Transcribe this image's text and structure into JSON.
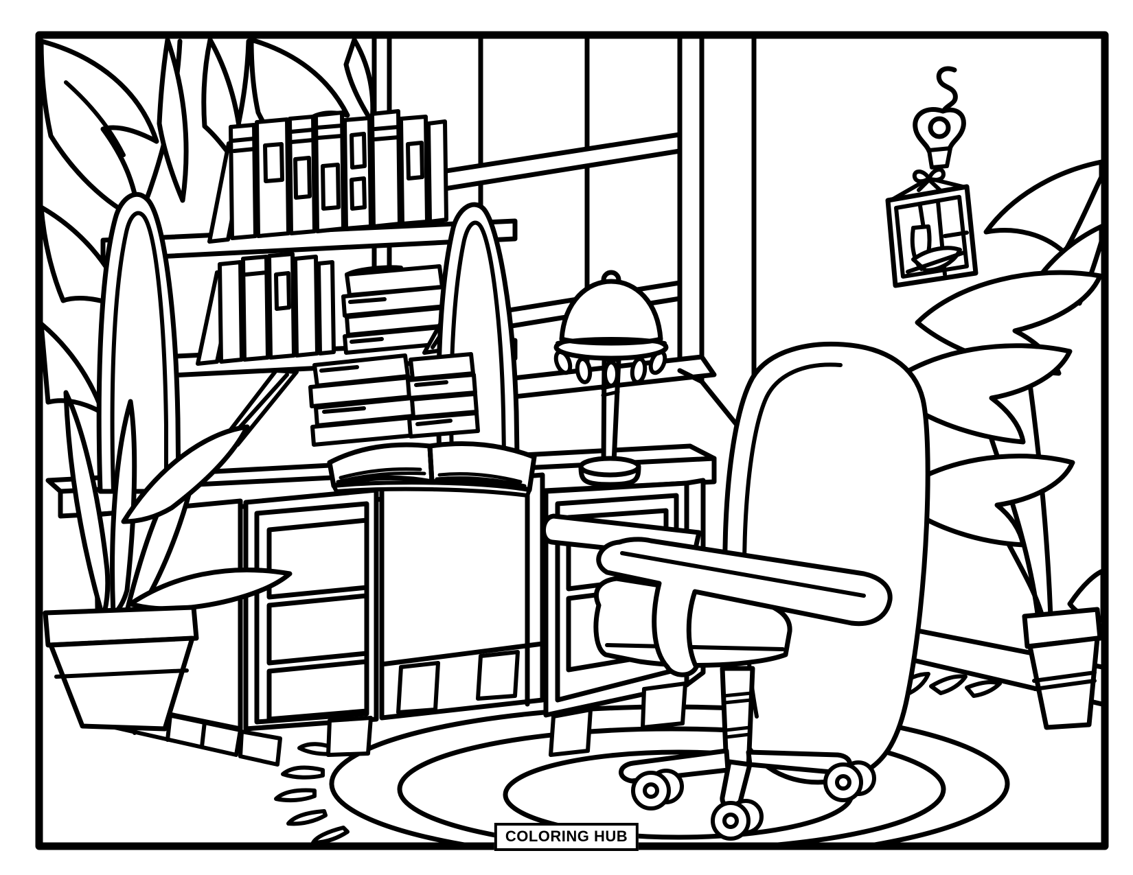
{
  "page": {
    "type": "coloring-page",
    "background_color": "#ffffff",
    "line_color": "#000000"
  },
  "badge": {
    "text": "COLORING HUB",
    "text_color": "#000000",
    "background_color": "#ffffff",
    "border_color": "#000000"
  },
  "scene": {
    "description": "black-and-white line-art coloring page of a home office",
    "elements": [
      "hanging-plant",
      "window",
      "wall-hook-ornament",
      "picture-frame",
      "bookshelf-desk-hutch",
      "books",
      "open-book",
      "desk-lamp",
      "office-chair",
      "round-rug",
      "floor-plant-left",
      "potted-plant-right"
    ]
  }
}
